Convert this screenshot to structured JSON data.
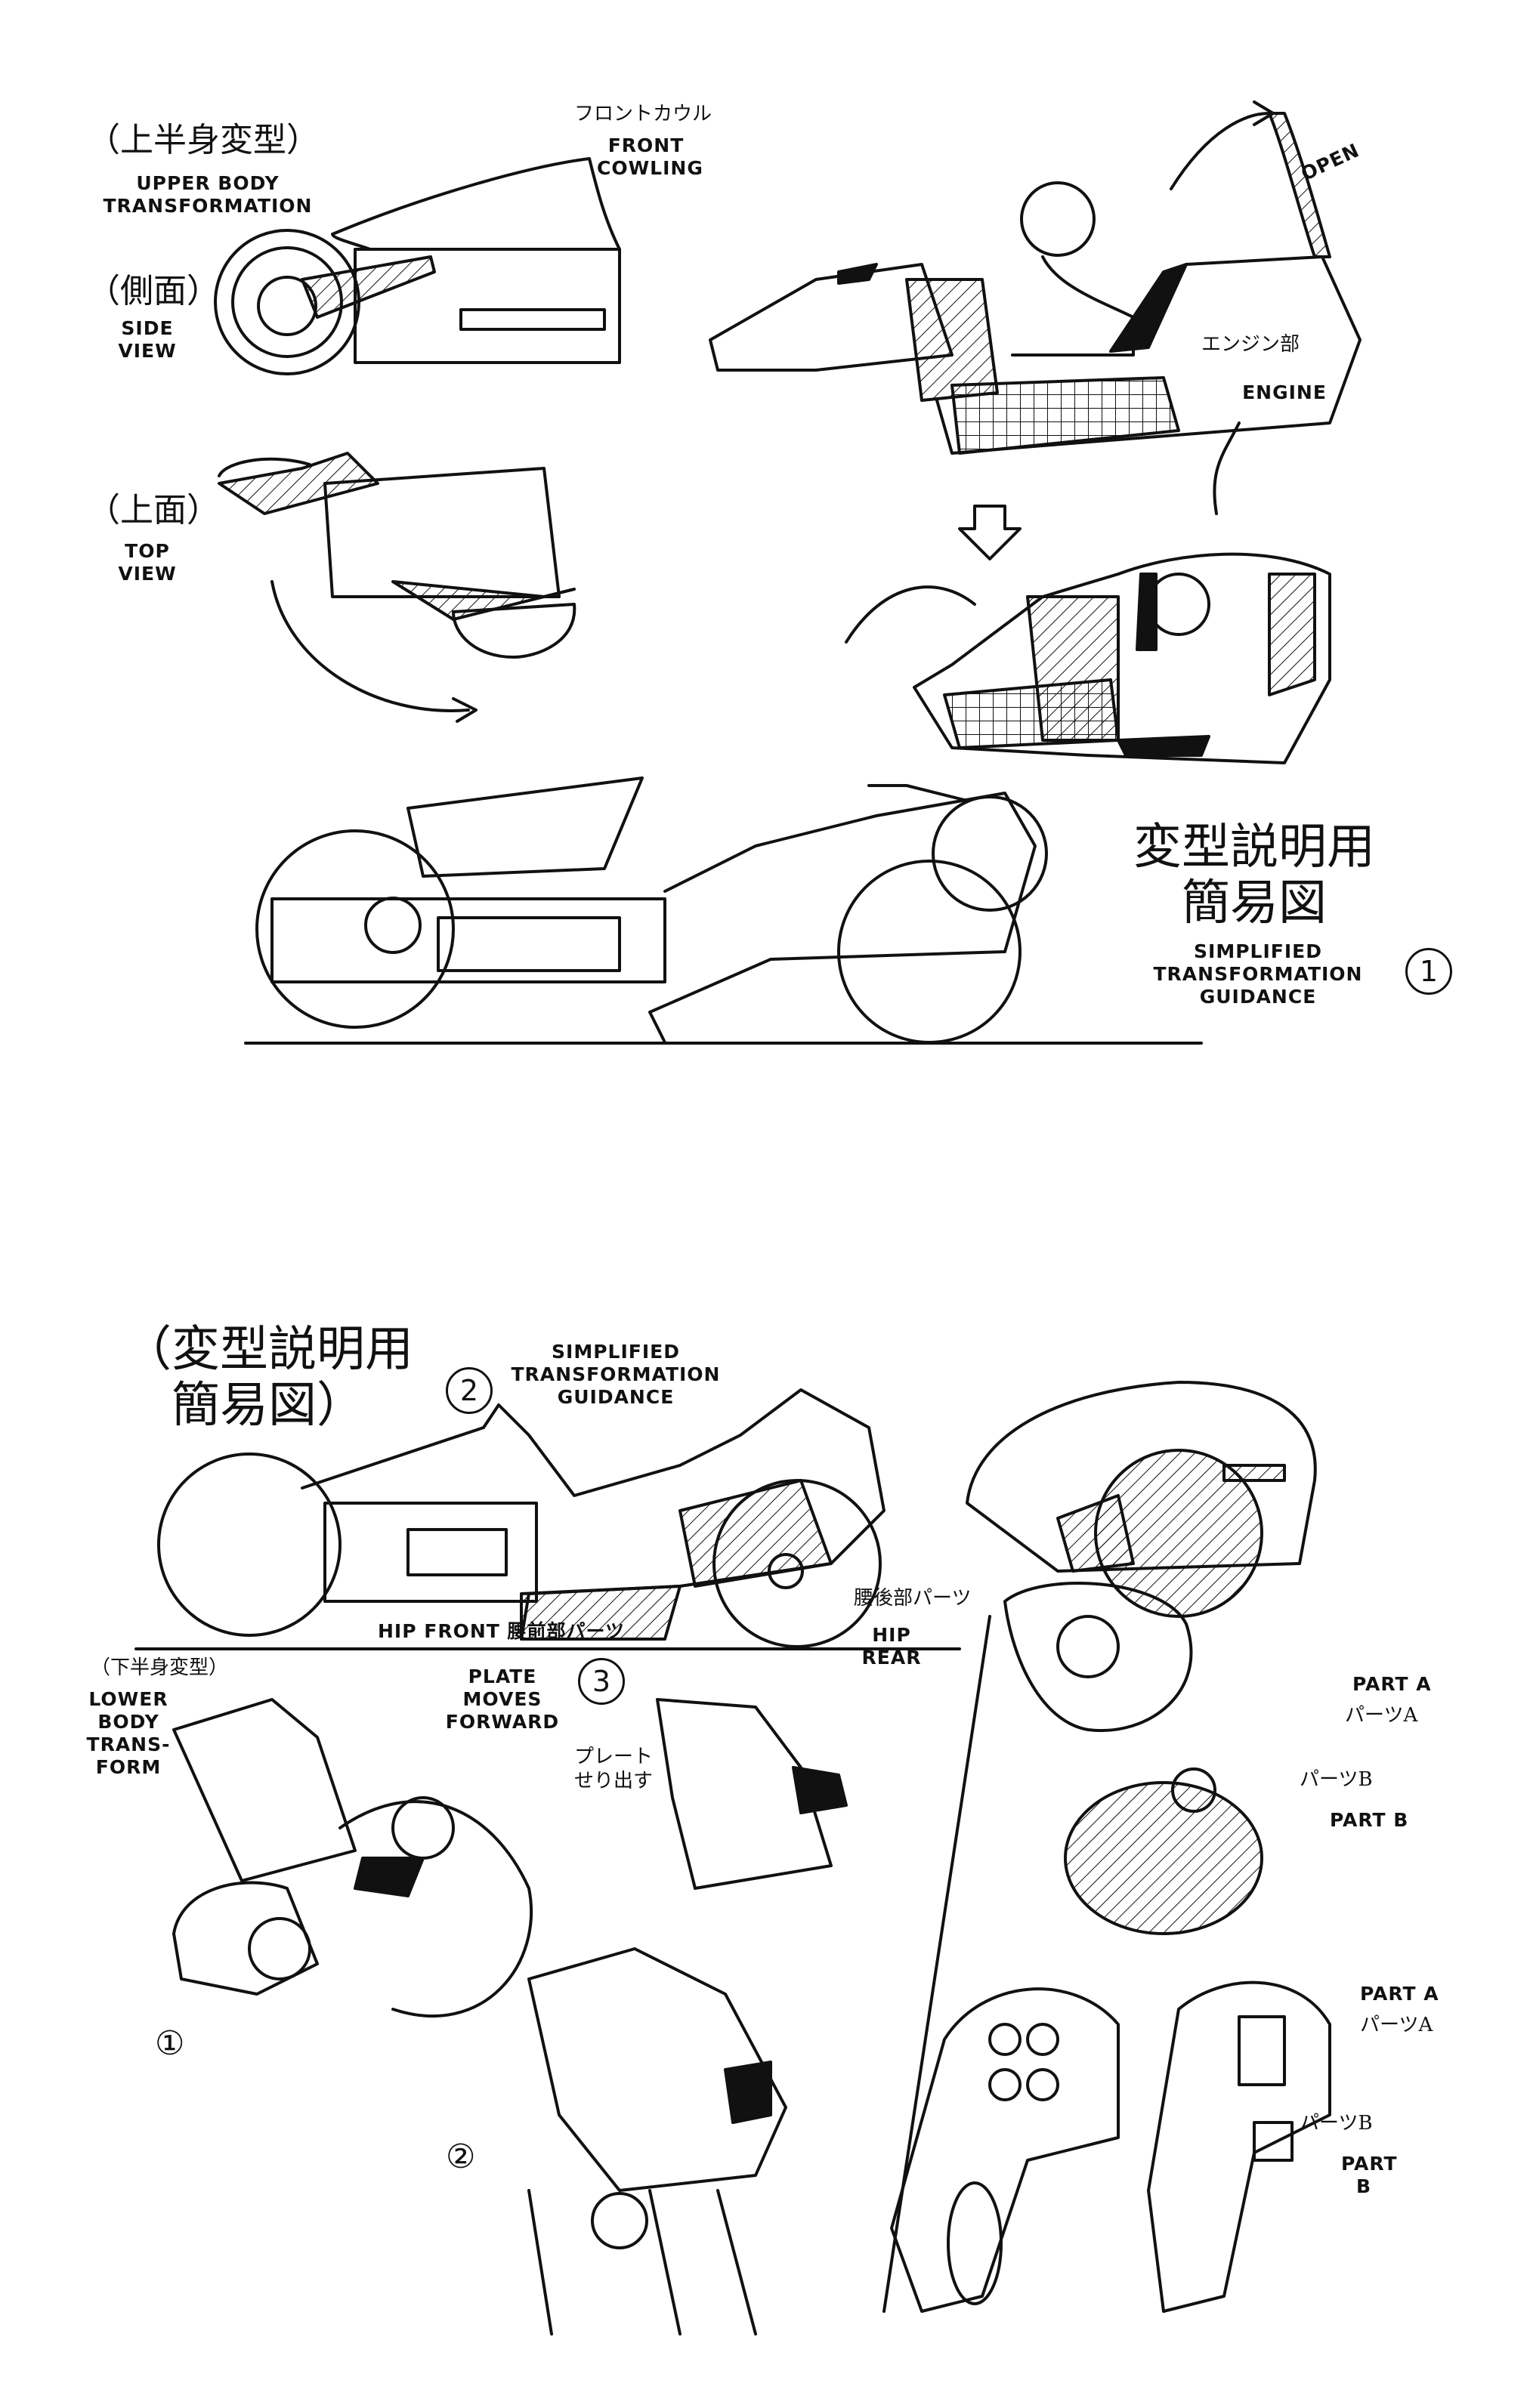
{
  "upper": {
    "title_jp": "（上半身変型）",
    "title_en": "UPPER BODY TRANSFORMATION",
    "front_cowling_jp": "フロントカウル",
    "front_cowling_en": "FRONT COWLING",
    "side_view_jp": "（側面）",
    "side_view_en": "SIDE VIEW",
    "top_view_jp": "（上面）",
    "top_view_en": "TOP VIEW",
    "open": "OPEN",
    "engine_jp": "エンジン部",
    "engine_en": "ENGINE",
    "guide_jp_line1": "変型説明用",
    "guide_jp_line2": "簡易図",
    "guide_en": "SIMPLIFIED TRANSFORMATION GUIDANCE",
    "page_number": "1"
  },
  "lower": {
    "guide_jp_line1": "（変型説明用",
    "guide_jp_line2": "簡易図）",
    "guide_number": "2",
    "guide_en": "SIMPLIFIED TRANSFORMATION GUIDANCE",
    "hip_rear_jp": "腰後部パーツ",
    "hip_rear_en": "HIP REAR",
    "hip_front": "HIP FRONT 腰前部パーツ",
    "title_jp": "（下半身変型）",
    "title_en": "LOWER BODY TRANS-FORM",
    "plate_en": "PLATE MOVES FORWARD",
    "plate_number": "3",
    "plate_jp": "プレートせり出す",
    "part_a_en": "PART A",
    "part_a_jp": "パーツA",
    "part_b_jp": "パーツB",
    "part_b_en": "PART B",
    "step1": "①",
    "step2": "②",
    "part_a2_en": "PART A",
    "part_a2_jp": "パーツA",
    "part_b2_jp": "パーツB",
    "part_b2_en": "PART B"
  }
}
